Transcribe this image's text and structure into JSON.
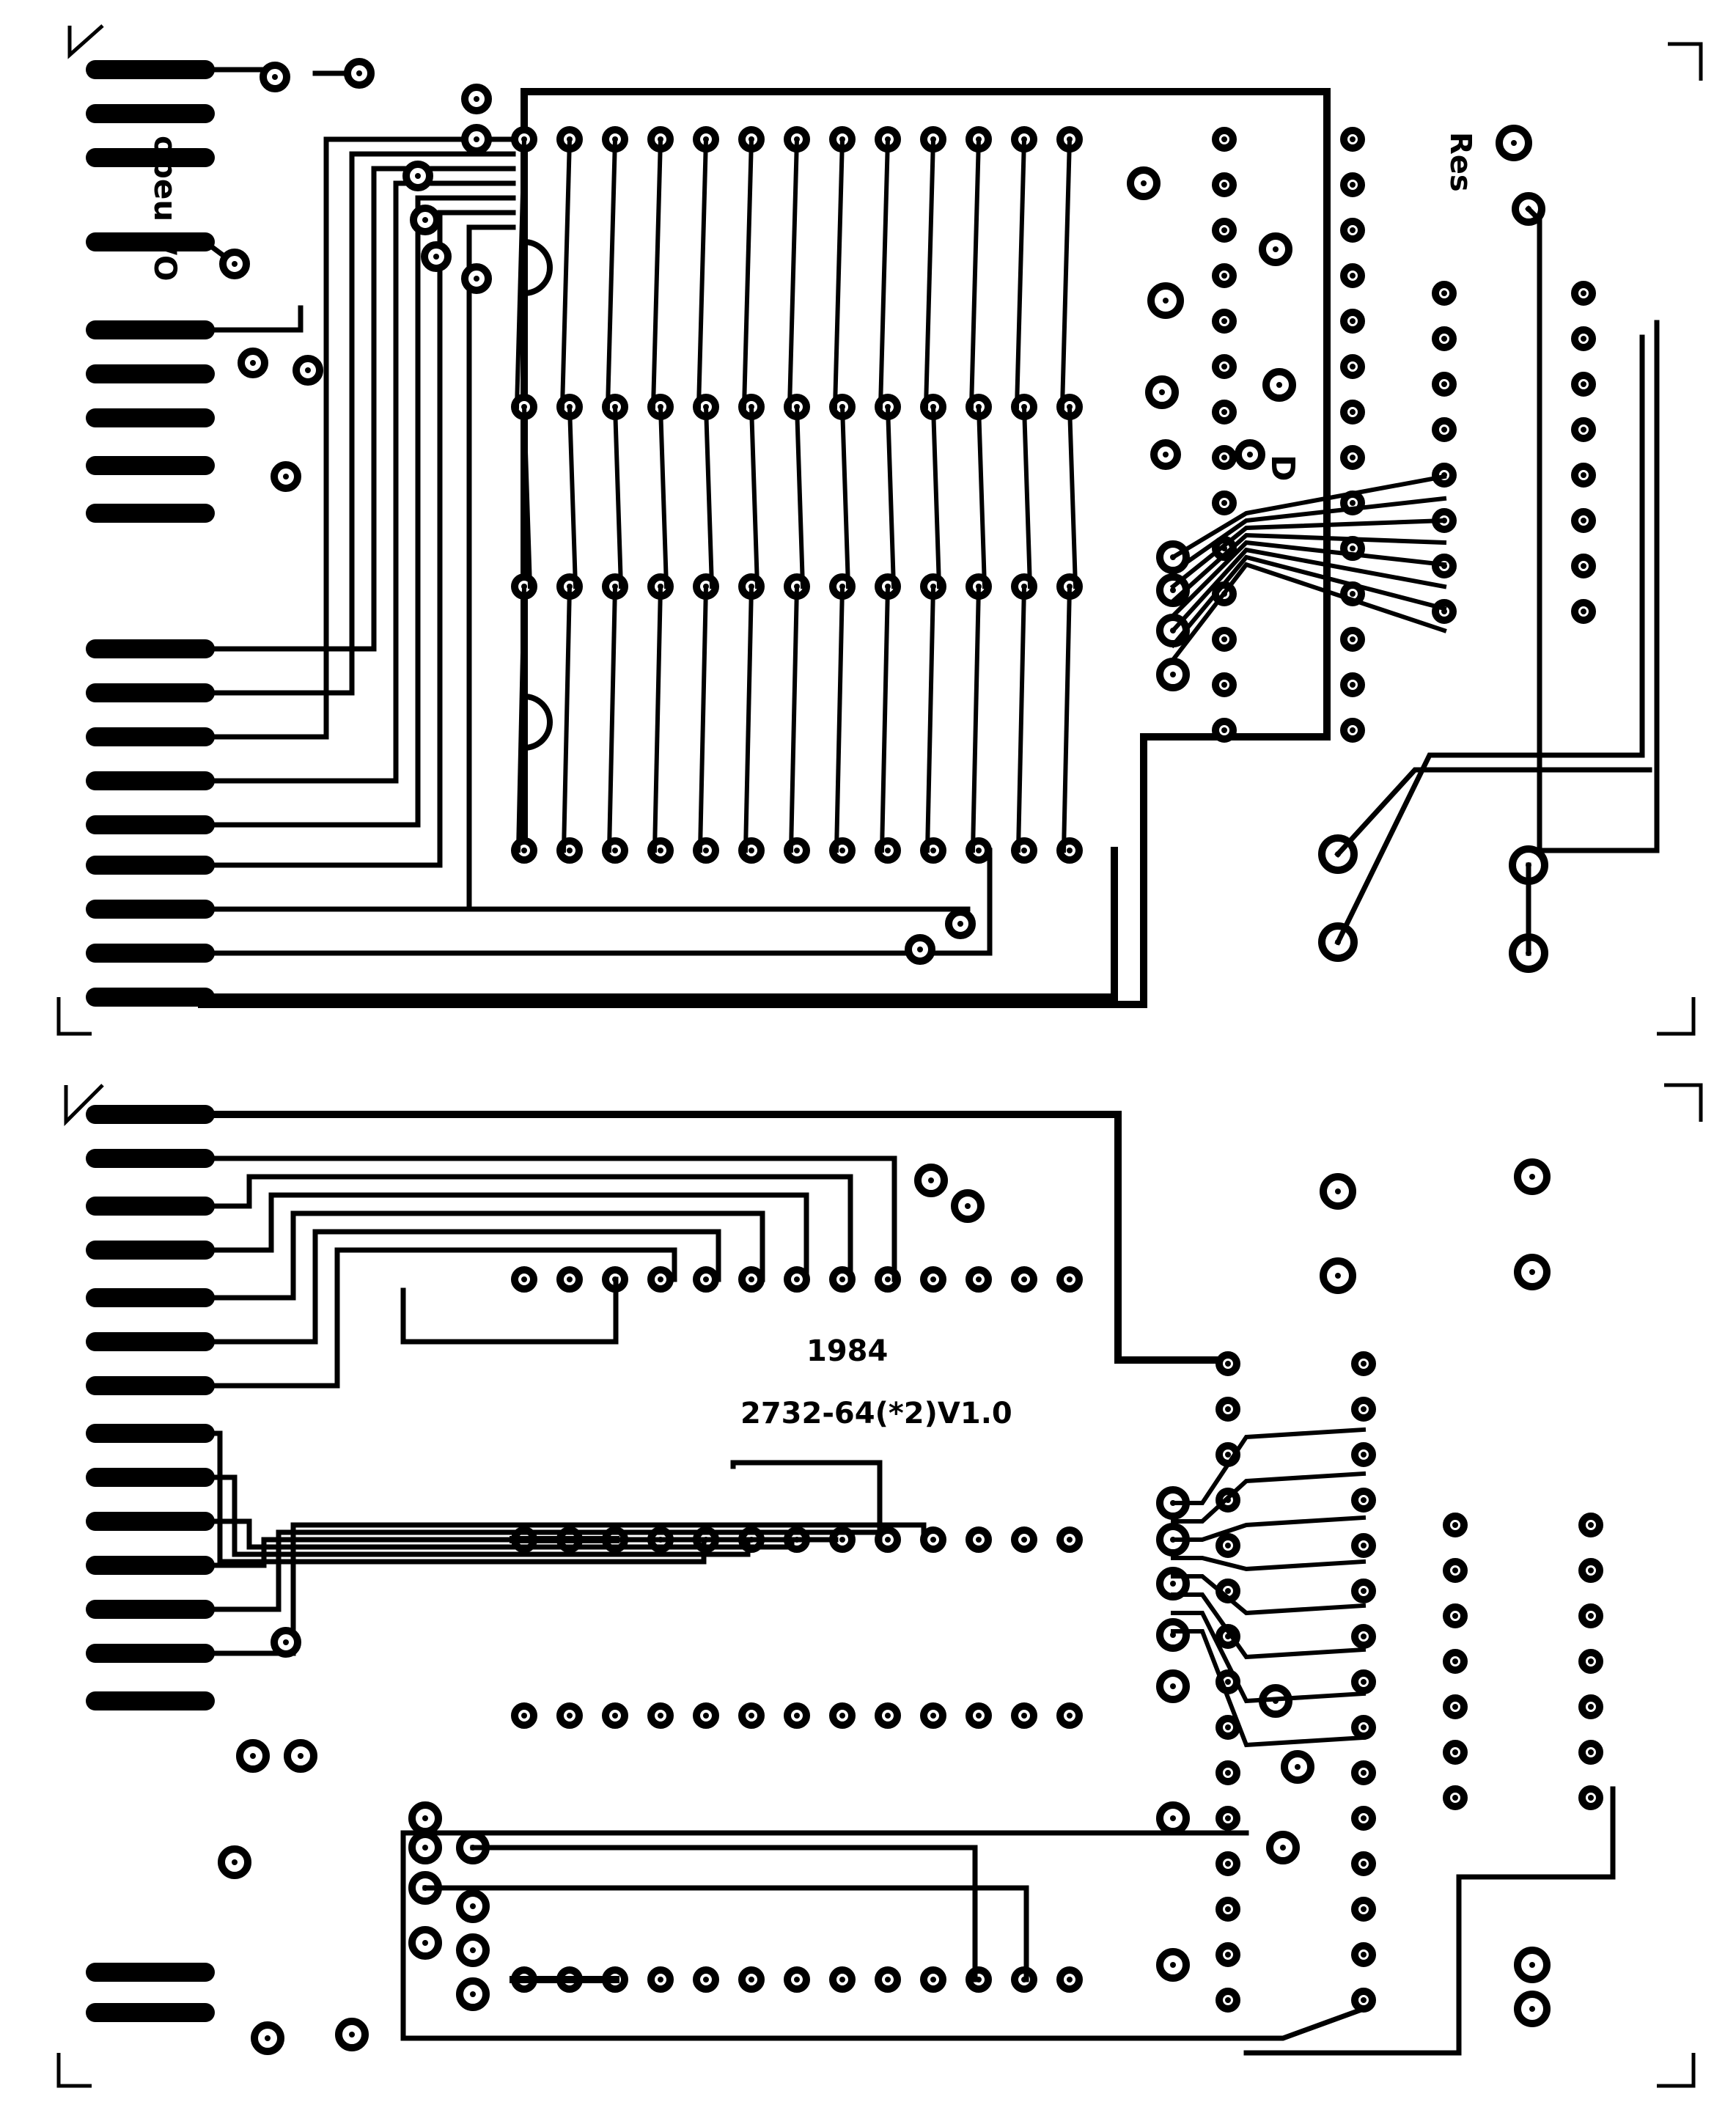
{
  "diagram": {
    "type": "pcb-artwork",
    "colors": {
      "copper": "#000000",
      "background": "#ffffff"
    },
    "top_board": {
      "labels": {
        "io_vertical": "obeu I/O",
        "reset": "Res",
        "d_mark": "D"
      }
    },
    "bottom_board": {
      "labels": {
        "year": "1984",
        "version": "2732-64(*2)V1.0"
      }
    }
  }
}
